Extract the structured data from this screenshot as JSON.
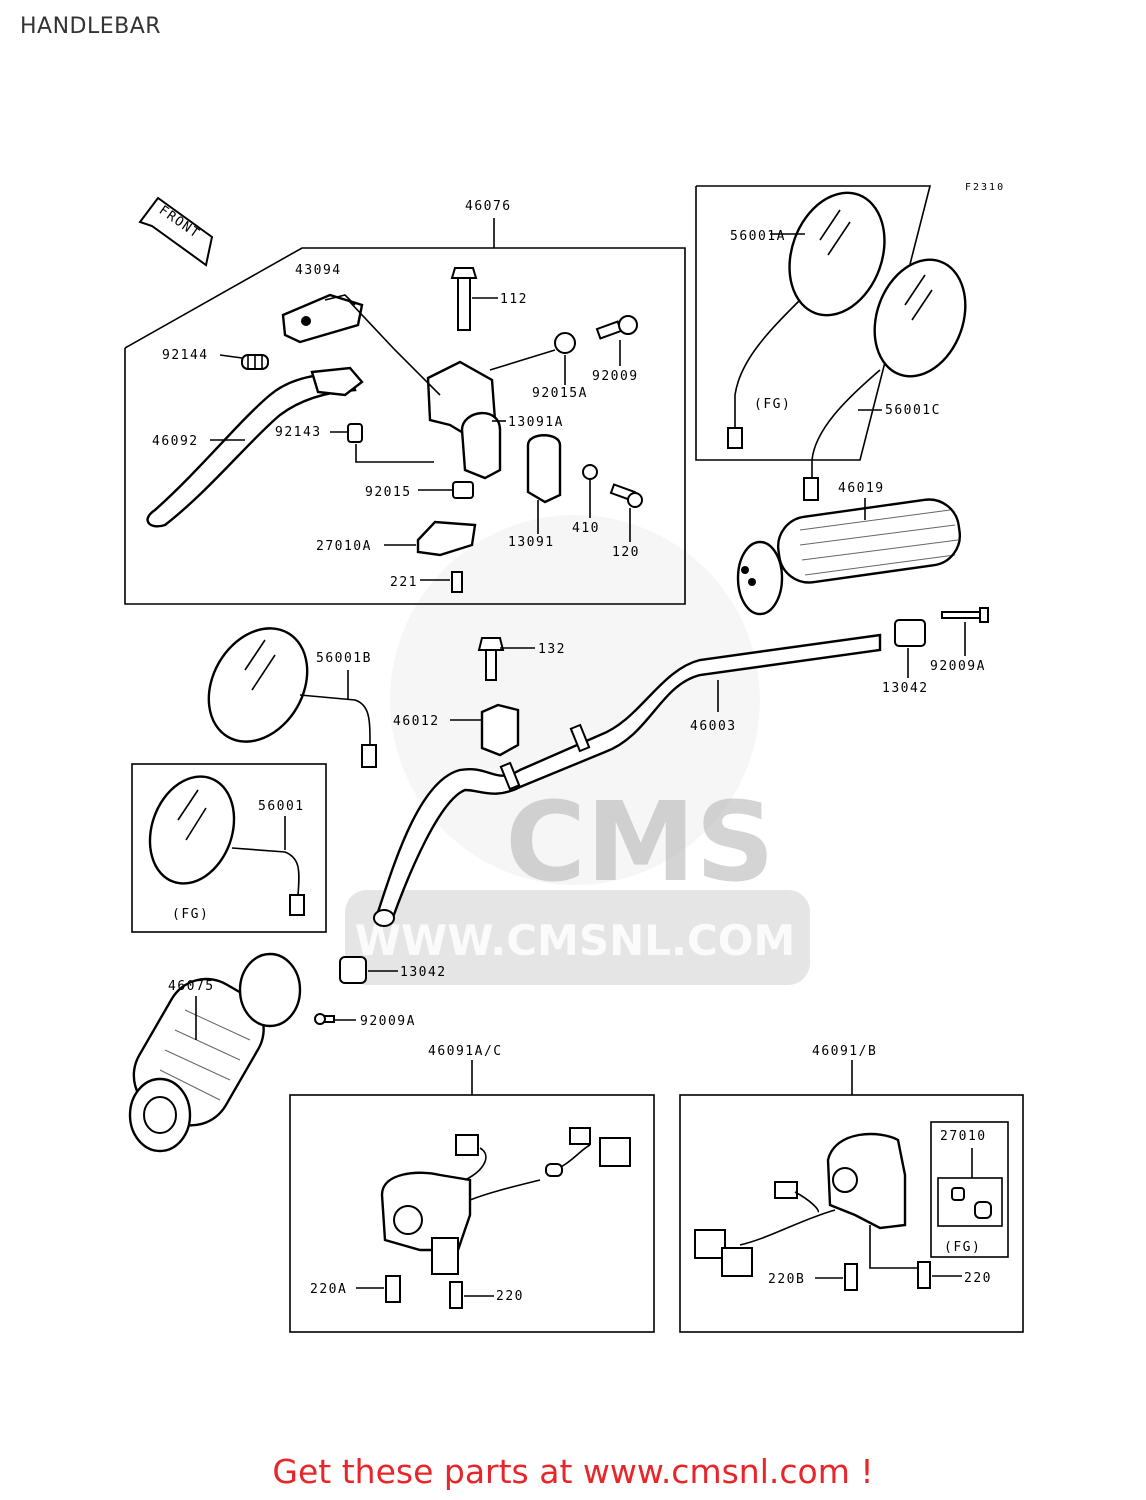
{
  "title": "HANDLEBAR",
  "figure_code": "F2310",
  "front_label": "FRONT",
  "watermark": {
    "brand": "CMS",
    "url": "WWW.CMSNL.COM"
  },
  "parts": {
    "p46076": "46076",
    "p43094": "43094",
    "p112": "112",
    "p92144": "92144",
    "p92009": "92009",
    "p92015A": "92015A",
    "p13091A": "13091A",
    "p46092": "46092",
    "p92143": "92143",
    "p92015": "92015",
    "p410": "410",
    "p120": "120",
    "p13091": "13091",
    "p27010A": "27010A",
    "p221": "221",
    "p56001A": "56001A",
    "p56001C": "56001C",
    "p46019": "46019",
    "p56001B": "56001B",
    "p132": "132",
    "p46012": "46012",
    "p46003": "46003",
    "p13042_r": "13042",
    "p92009A_r": "92009A",
    "p56001": "56001",
    "p13042_l": "13042",
    "p46075": "46075",
    "p92009A_l": "92009A",
    "p46091AC": "46091A/C",
    "p46091B": "46091/B",
    "p27010": "27010",
    "p220A": "220A",
    "p220_l": "220",
    "p220B": "220B",
    "p220_r": "220"
  },
  "fg_notes": {
    "mirror_right": "(FG)",
    "mirror_left": "(FG)",
    "kit_27010": "(FG)"
  },
  "footer": "Get these parts at www.cmsnl.com !"
}
